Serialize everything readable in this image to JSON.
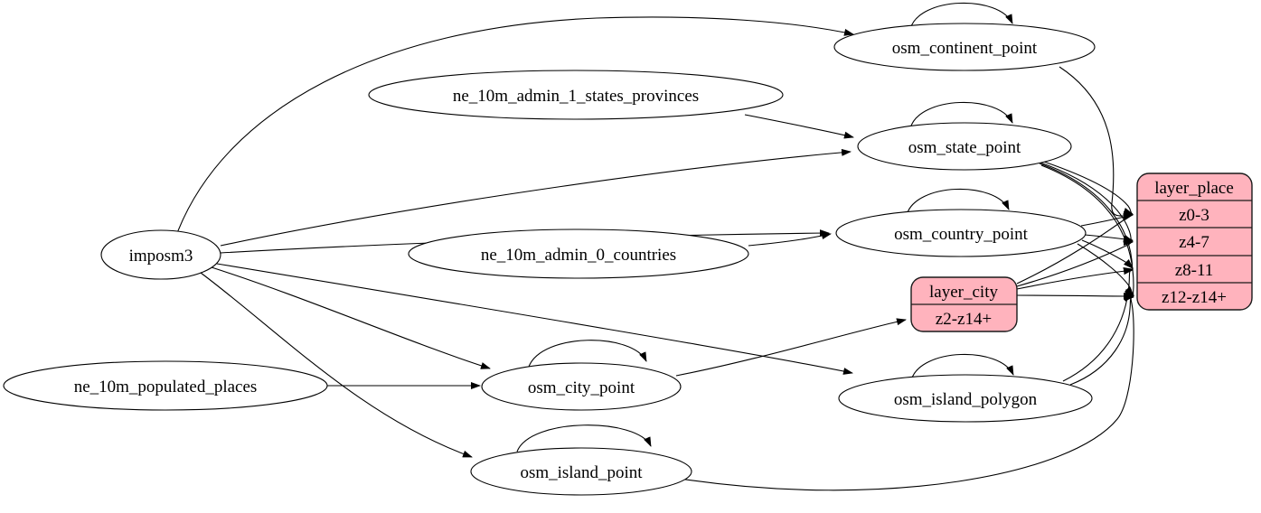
{
  "diagram": {
    "title": "place layer ETL graph",
    "background": "#ffffff",
    "colors": {
      "ellipse_fill": "#ffffff",
      "record_fill": "#ffb3bd",
      "stroke": "#000000"
    },
    "nodes": {
      "imposm3": {
        "label": "imposm3",
        "shape": "ellipse"
      },
      "ne_10m_admin_1_states_provinces": {
        "label": "ne_10m_admin_1_states_provinces",
        "shape": "ellipse"
      },
      "ne_10m_admin_0_countries": {
        "label": "ne_10m_admin_0_countries",
        "shape": "ellipse"
      },
      "ne_10m_populated_places": {
        "label": "ne_10m_populated_places",
        "shape": "ellipse"
      },
      "osm_continent_point": {
        "label": "osm_continent_point",
        "shape": "ellipse",
        "self_loop": true
      },
      "osm_state_point": {
        "label": "osm_state_point",
        "shape": "ellipse",
        "self_loop": true
      },
      "osm_country_point": {
        "label": "osm_country_point",
        "shape": "ellipse",
        "self_loop": true
      },
      "osm_city_point": {
        "label": "osm_city_point",
        "shape": "ellipse",
        "self_loop": true
      },
      "osm_island_polygon": {
        "label": "osm_island_polygon",
        "shape": "ellipse",
        "self_loop": true
      },
      "osm_island_point": {
        "label": "osm_island_point",
        "shape": "ellipse",
        "self_loop": true
      }
    },
    "records": {
      "layer_city": {
        "title": "layer_city",
        "rows": [
          "z2-z14+"
        ]
      },
      "layer_place": {
        "title": "layer_place",
        "rows": [
          "z0-3",
          "z4-7",
          "z8-11",
          "z12-z14+"
        ]
      }
    },
    "edges": [
      {
        "from": "imposm3",
        "to": "osm_continent_point"
      },
      {
        "from": "imposm3",
        "to": "osm_state_point"
      },
      {
        "from": "imposm3",
        "to": "osm_country_point"
      },
      {
        "from": "imposm3",
        "to": "osm_city_point"
      },
      {
        "from": "imposm3",
        "to": "osm_island_polygon"
      },
      {
        "from": "imposm3",
        "to": "osm_island_point"
      },
      {
        "from": "ne_10m_admin_1_states_provinces",
        "to": "osm_state_point"
      },
      {
        "from": "ne_10m_admin_0_countries",
        "to": "osm_country_point"
      },
      {
        "from": "ne_10m_populated_places",
        "to": "osm_city_point"
      },
      {
        "from": "osm_continent_point",
        "to": "osm_continent_point"
      },
      {
        "from": "osm_state_point",
        "to": "osm_state_point"
      },
      {
        "from": "osm_country_point",
        "to": "osm_country_point"
      },
      {
        "from": "osm_city_point",
        "to": "osm_city_point"
      },
      {
        "from": "osm_island_polygon",
        "to": "osm_island_polygon"
      },
      {
        "from": "osm_island_point",
        "to": "osm_island_point"
      },
      {
        "from": "osm_city_point",
        "to": "layer_city:z2-z14+"
      },
      {
        "from": "layer_city",
        "to": "layer_place:z0-3"
      },
      {
        "from": "layer_city",
        "to": "layer_place:z4-7"
      },
      {
        "from": "layer_city",
        "to": "layer_place:z8-11"
      },
      {
        "from": "layer_city",
        "to": "layer_place:z12-z14+"
      },
      {
        "from": "osm_continent_point",
        "to": "layer_place:z0-3"
      },
      {
        "from": "osm_state_point",
        "to": "layer_place:z0-3"
      },
      {
        "from": "osm_state_point",
        "to": "layer_place:z4-7"
      },
      {
        "from": "osm_state_point",
        "to": "layer_place:z8-11"
      },
      {
        "from": "osm_state_point",
        "to": "layer_place:z12-z14+"
      },
      {
        "from": "osm_country_point",
        "to": "layer_place:z0-3"
      },
      {
        "from": "osm_country_point",
        "to": "layer_place:z4-7"
      },
      {
        "from": "osm_country_point",
        "to": "layer_place:z8-11"
      },
      {
        "from": "osm_country_point",
        "to": "layer_place:z12-z14+"
      },
      {
        "from": "osm_island_polygon",
        "to": "layer_place:z8-11"
      },
      {
        "from": "osm_island_polygon",
        "to": "layer_place:z12-z14+"
      },
      {
        "from": "osm_island_point",
        "to": "layer_place:z12-z14+"
      }
    ]
  }
}
